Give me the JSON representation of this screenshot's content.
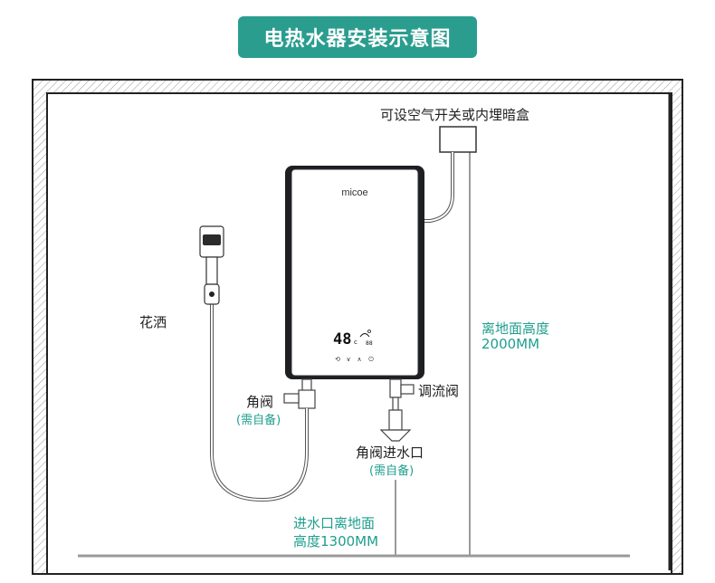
{
  "title": "电热水器安装示意图",
  "brand": "micoe",
  "display": {
    "temperature": "48",
    "unit": "c",
    "secondary": "88",
    "buttons": [
      "⟲",
      "∨",
      "∧",
      "⏻"
    ]
  },
  "labels": {
    "switch_box": "可设空气开关或内埋暗盒",
    "shower": "花洒",
    "angle_valve": "角阀",
    "angle_valve_note": "(需自备)",
    "regulating_valve": "调流阀",
    "inlet_valve": "角阀进水口",
    "inlet_valve_note": "(需自备)",
    "height_heater_line1": "离地面高度",
    "height_heater_line2": "2000MM",
    "height_inlet_line1": "进水口离地面",
    "height_inlet_line2": "高度1300MM"
  },
  "colors": {
    "accent": "#2a9d8f",
    "teal_text": "#1f9e8e",
    "heater_body": "#2e2f33",
    "wall_line": "#222222"
  }
}
